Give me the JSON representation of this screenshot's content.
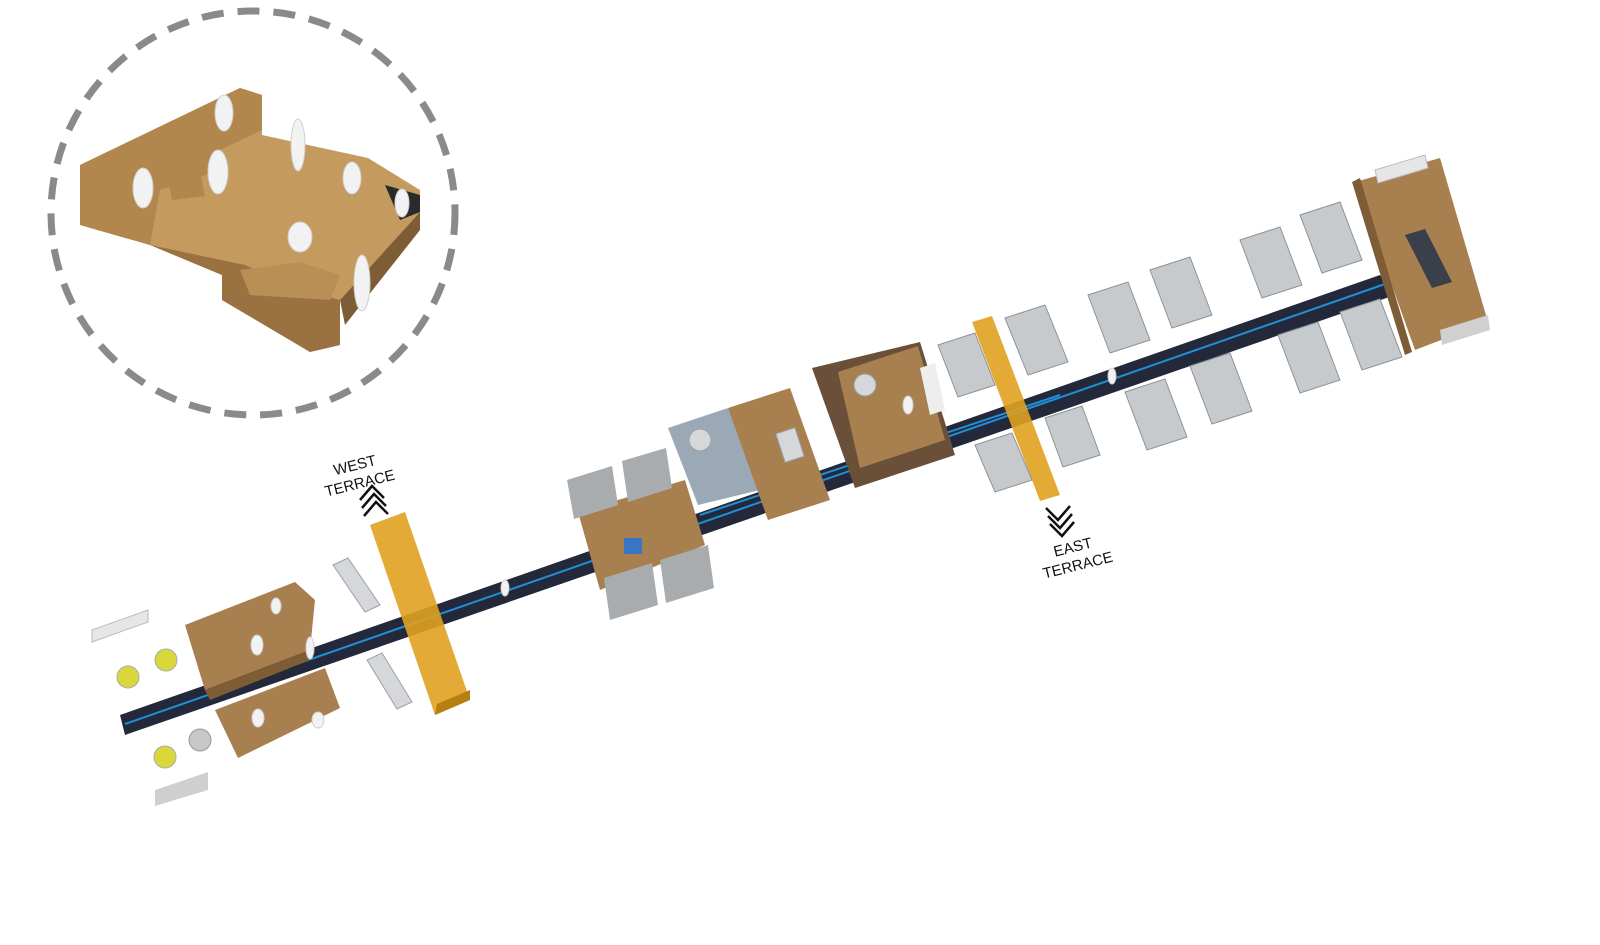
{
  "labels": {
    "west_terrace": [
      "WEST",
      "TERRACE"
    ],
    "east_terrace": [
      "EAST",
      "TERRACE"
    ]
  },
  "colors": {
    "spine": "#23293a",
    "spine_line": "#1f8fd6",
    "wood": "#a8804f",
    "wood_dark": "#7d5c36",
    "cork": "#c49a5e",
    "terrace": "#e0a120",
    "furniture": "#b9bec3",
    "accent_yellow": "#d8d83a",
    "dash_circle": "#8a8a8a",
    "figure": "#f2f2f2"
  },
  "icons": [
    "chevron-up-icon",
    "chevron-down-icon",
    "person-icon",
    "table-cluster-icon"
  ]
}
